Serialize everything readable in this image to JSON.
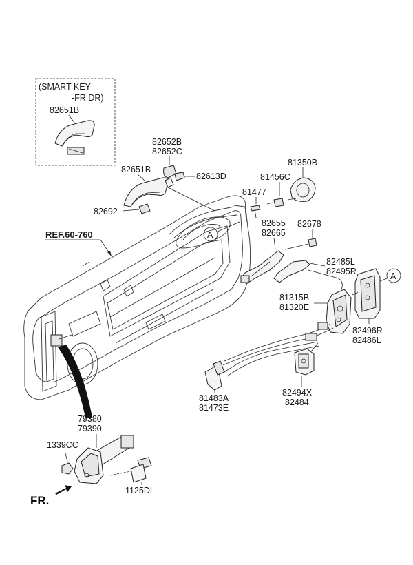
{
  "smart_key_box": {
    "title_line1": "(SMART KEY",
    "title_line2": "-FR DR)",
    "part": "82651B"
  },
  "labels": {
    "p82652B": "82652B",
    "p82652C": "82652C",
    "p82651B": "82651B",
    "p82613D": "82613D",
    "p82692": "82692",
    "p81350B": "81350B",
    "p81456C": "81456C",
    "p81477": "81477",
    "p82655": "82655",
    "p82665": "82665",
    "p82678": "82678",
    "p82485L": "82485L",
    "p82495R": "82495R",
    "p81315B": "81315B",
    "p81320E": "81320E",
    "p82496R": "82496R",
    "p82486L": "82486L",
    "p82494X": "82494X",
    "p82484": "82484",
    "p81483A": "81483A",
    "p81473E": "81473E",
    "p79380": "79380",
    "p79390": "79390",
    "p1339CC": "1339CC",
    "p1125DL": "1125DL"
  },
  "ref_label": "REF.60-760",
  "callout_a": "A",
  "direction_label": "FR."
}
